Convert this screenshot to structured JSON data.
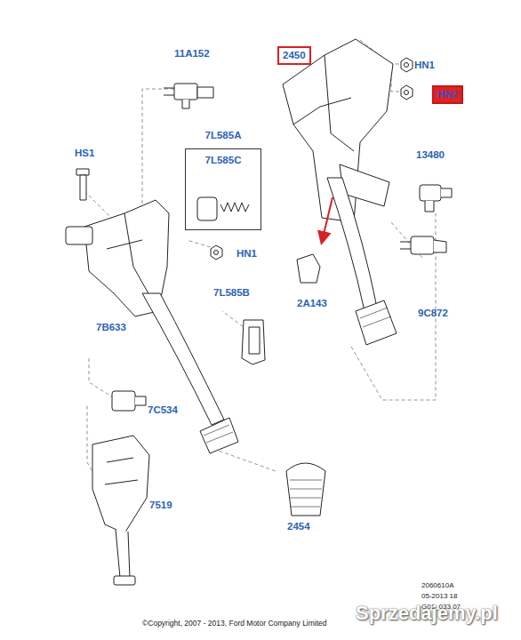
{
  "diagram": {
    "nodes": [
      {
        "text": [
          "2450"
        ]
      },
      {
        "text": [
          "HN2"
        ]
      },
      {
        "text": [
          "7L585A",
          "7L585C"
        ]
      }
    ],
    "labels": [
      "11A152",
      "HN1",
      "HS1",
      "HN1",
      "7B633",
      "7L585B",
      "2A143",
      "13480",
      "9C872",
      "7C534",
      "7519",
      "2454",
      "2060610A",
      "05-2013 18",
      "G01_033 07",
      "©Copyright, 2007 - 2013, Ford Motor Company Limited",
      "Sprzedajemy.pl"
    ]
  }
}
